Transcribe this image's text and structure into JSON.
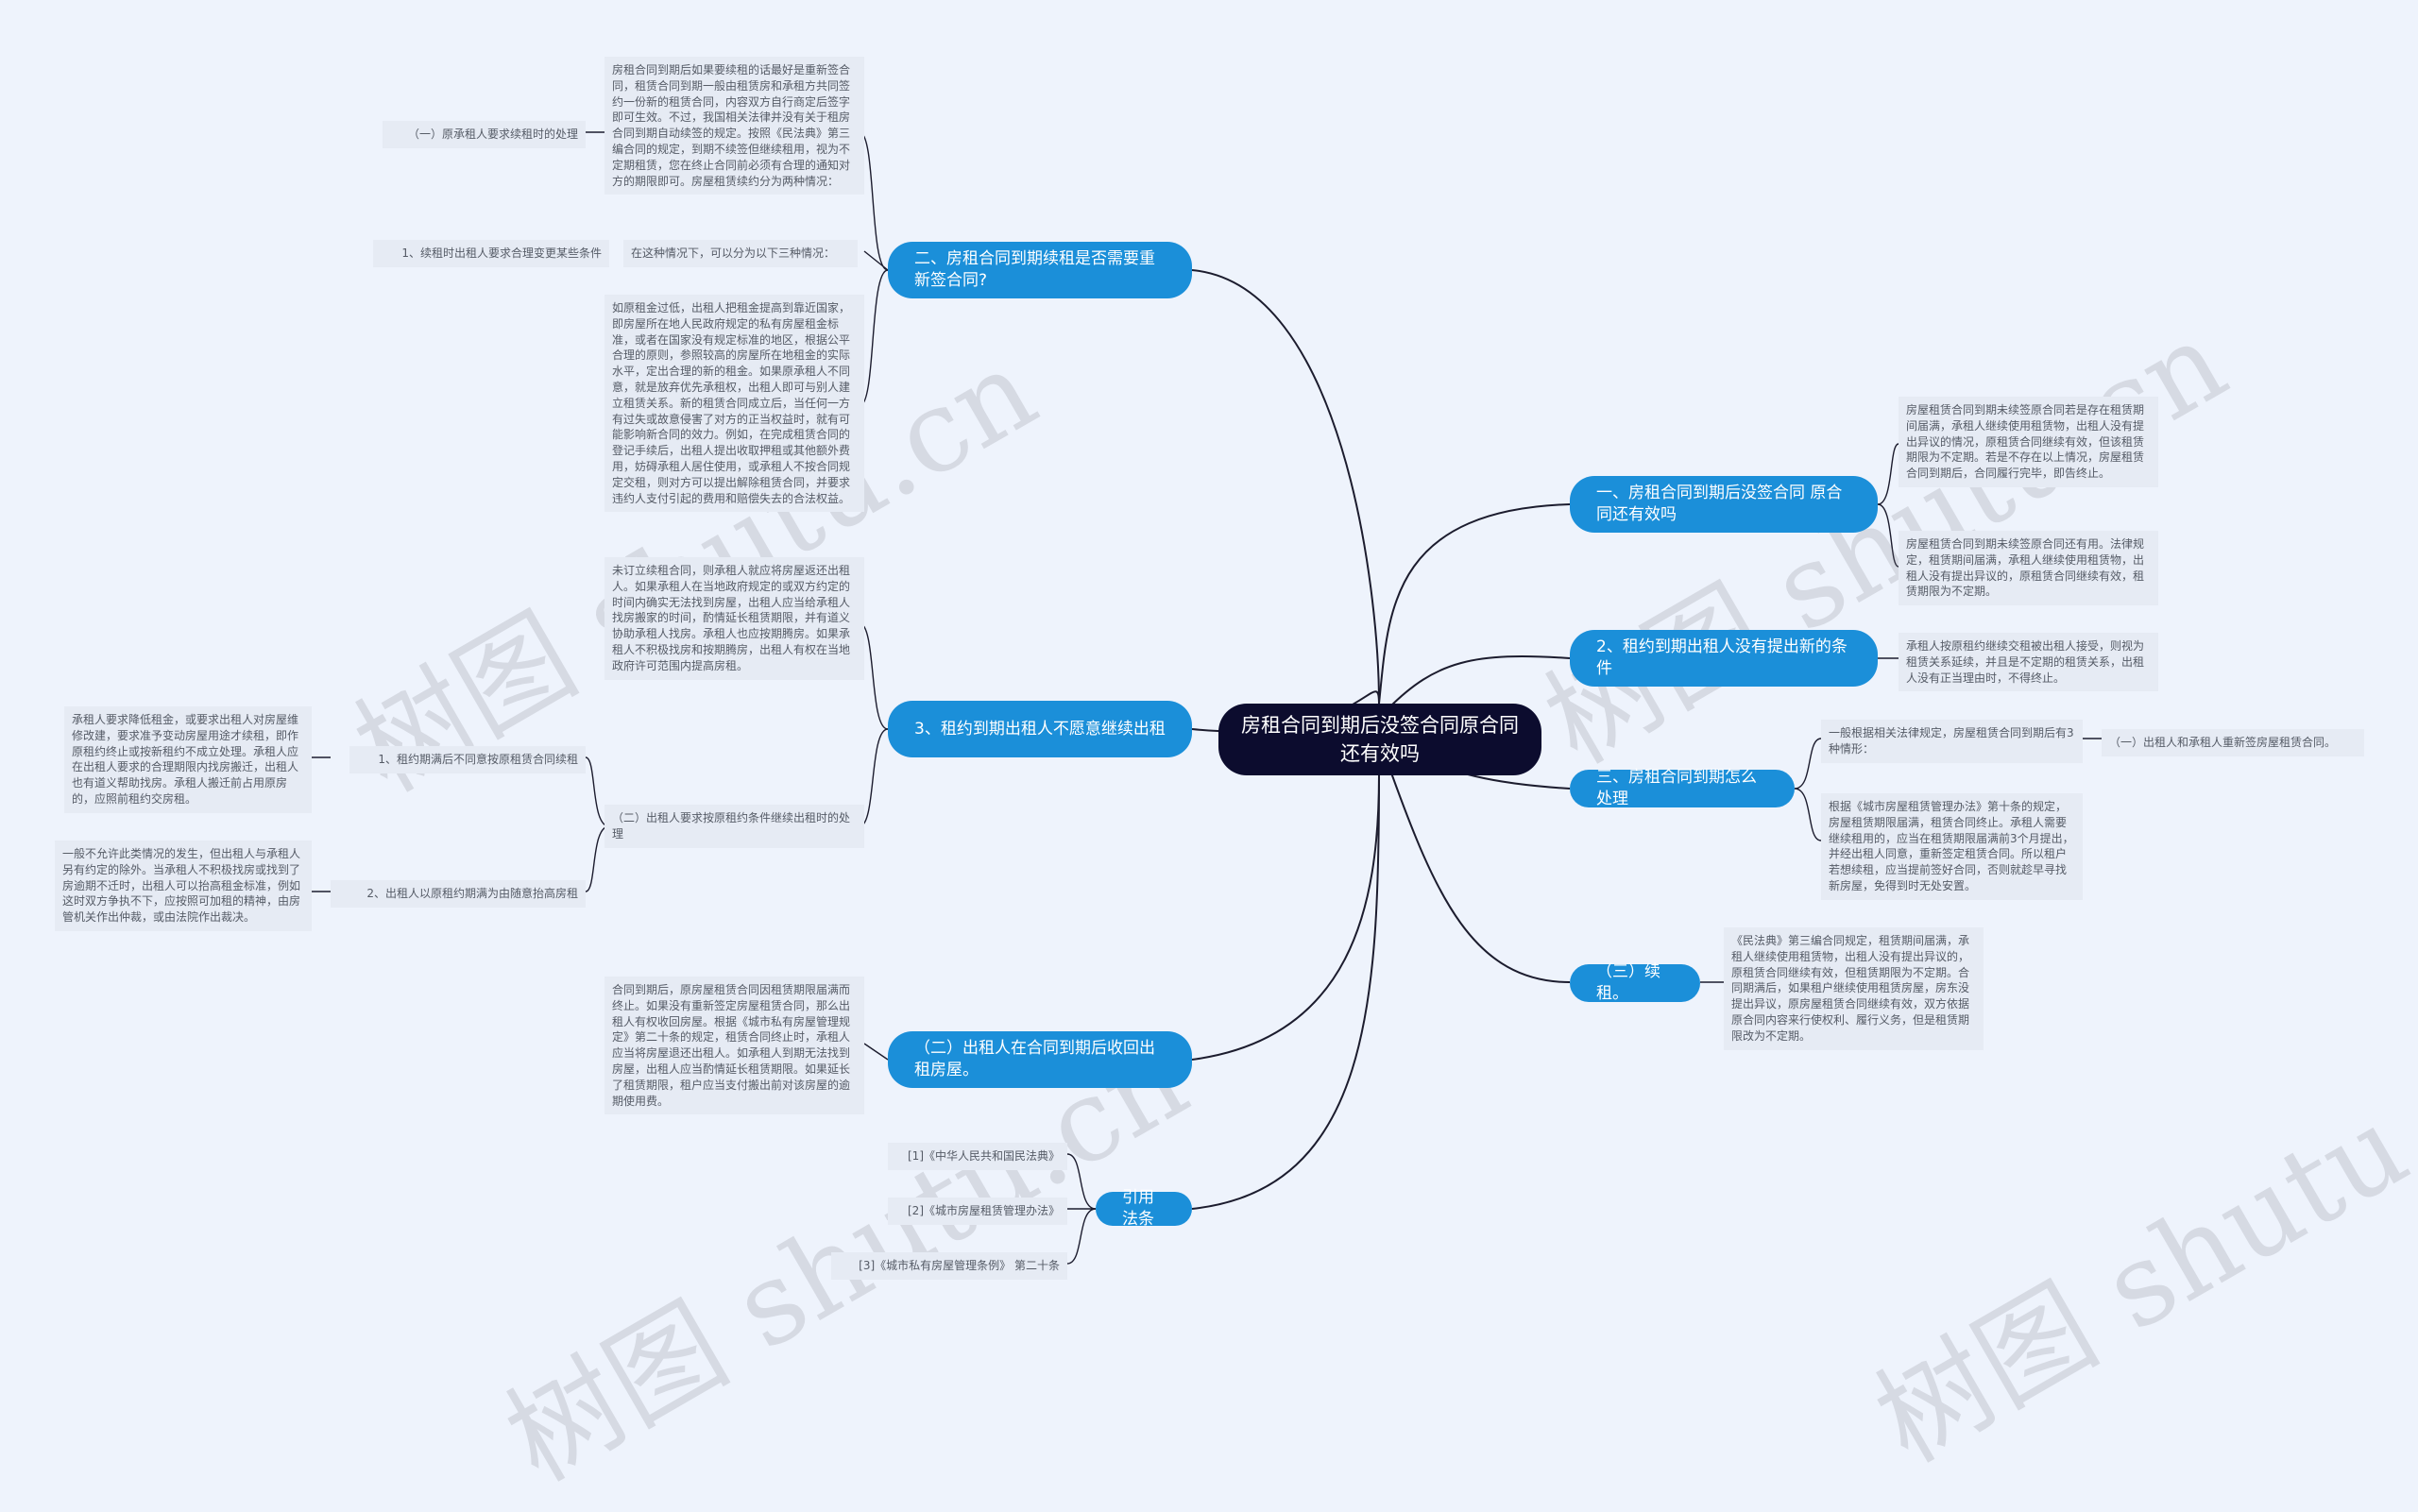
{
  "watermark": "树图 shutu.cn",
  "center": "房租合同到期后没签合同原合同还有效吗",
  "branches": {
    "b1": "一、房租合同到期后没签合同 原合同还有效吗",
    "b2": "2、租约到期出租人没有提出新的条件",
    "b3": "三、房租合同到期怎么处理",
    "b4": "（三）续租。",
    "l1": "二、房租合同到期续租是否需要重新签合同?",
    "l2": "3、租约到期出租人不愿意继续出租",
    "l3": "（二）出租人在合同到期后收回出租房屋。",
    "l4": "引用法条"
  },
  "right": {
    "r1a": "房屋租赁合同到期未续签原合同若是存在租赁期间届满，承租人继续使用租赁物，出租人没有提出异议的情况，原租赁合同继续有效，但该租赁期限为不定期。若是不存在以上情况，房屋租赁合同到期后，合同履行完毕，即告终止。",
    "r1b": "房屋租赁合同到期未续签原合同还有用。法律规定，租赁期间届满，承租人继续使用租赁物，出租人没有提出异议的，原租赁合同继续有效，租赁期限为不定期。",
    "r2": "承租人按原租约继续交租被出租人接受，则视为租赁关系延续，并且是不定期的租赁关系，出租人没有正当理由时，不得终止。",
    "r3a": "一般根据相关法律规定，房屋租赁合同到期后有3种情形：",
    "r3a_child": "（一）出租人和承租人重新签房屋租赁合同。",
    "r3b": "根据《城市房屋租赁管理办法》第十条的规定，房屋租赁期限届满，租赁合同终止。承租人需要继续租用的，应当在租赁期限届满前3个月提出，并经出租人同意，重新签定租赁合同。所以租户若想续租，应当提前签好合同，否则就趁早寻找新房屋，免得到时无处安置。",
    "r4": "《民法典》第三编合同规定，租赁期间届满，承租人继续使用租赁物，出租人没有提出异议的，原租赁合同继续有效，但租赁期限为不定期。合同期满后，如果租户继续使用租赁房屋，房东没提出异议，原房屋租赁合同继续有效，双方依据原合同内容来行使权利、履行义务，但是租赁期限改为不定期。"
  },
  "left": {
    "a_para": "房租合同到期后如果要续租的话最好是重新签合同，租赁合同到期一般由租赁房和承租方共同签约一份新的租赁合同，内容双方自行商定后签字即可生效。不过，我国相关法律并没有关于租房合同到期自动续签的规定。按照《民法典》第三编合同的规定，到期不续签但继续租用，视为不定期租赁，您在终止合同前必须有合理的通知对方的期限即可。房屋租赁续约分为两种情况：",
    "a_label": "（一）原承租人要求续租时的处理",
    "b_para": "在这种情况下，可以分为以下三种情况：",
    "b_label": "1、续租时出租人要求合理变更某些条件",
    "c_para": "如原租金过低，出租人把租金提高到靠近国家，即房屋所在地人民政府规定的私有房屋租金标准，或者在国家没有规定标准的地区，根据公平合理的原则，参照较高的房屋所在地租金的实际水平，定出合理的新的租金。如果原承租人不同意，就是放弃优先承租权，出租人即可与别人建立租赁关系。新的租赁合同成立后，当任何一方有过失或故意侵害了对方的正当权益时，就有可能影响新合同的效力。例如，在完成租赁合同的登记手续后，出租人提出收取押租或其他额外费用，妨碍承租人居住使用，或承租人不按合同规定交租，则对方可以提出解除租赁合同，并要求违约人支付引起的费用和赔偿失去的合法权益。",
    "d_para": "未订立续租合同，则承租人就应将房屋返还出租人。如果承租人在当地政府规定的或双方约定的时间内确实无法找到房屋，出租人应当给承租人找房搬家的时间，酌情延长租赁期限，并有道义协助承租人找房。承租人也应按期腾房。如果承租人不积极找房和按期腾房，出租人有权在当地政府许可范围内提高房租。",
    "e_label": "（二）出租人要求按原租约条件继续出租时的处理",
    "f_label": "1、租约期满后不同意按原租赁合同续租",
    "f_para": "承租人要求降低租金，或要求出租人对房屋维修改建，要求准予变动房屋用途才续租，即作原租约终止或按新租约不成立处理。承租人应在出租人要求的合理期限内找房搬迁，出租人也有道义帮助找房。承租人搬迁前占用原房的，应照前租约交房租。",
    "g_label": "2、出租人以原租约期满为由随意抬高房租",
    "g_para": "一般不允许此类情况的发生，但出租人与承租人另有约定的除外。当承租人不积极找房或找到了房逾期不迁时，出租人可以抬高租金标准，例如这时双方争执不下，应按照可加租的精神，由房管机关作出仲裁，或由法院作出裁决。",
    "h_para": "合同到期后，原房屋租赁合同因租赁期限届满而终止。如果没有重新签定房屋租赁合同，那么出租人有权收回房屋。根据《城市私有房屋管理规定》第二十条的规定，租赁合同终止时，承租人应当将房屋退还出租人。如承租人到期无法找到房屋，出租人应当酌情延长租赁期限。如果延长了租赁期限，租户应当支付搬出前对该房屋的逾期使用费。",
    "i1": "[1]《中华人民共和国民法典》",
    "i2": "[2]《城市房屋租赁管理办法》",
    "i3": "[3]《城市私有房屋管理条例》 第二十条"
  }
}
